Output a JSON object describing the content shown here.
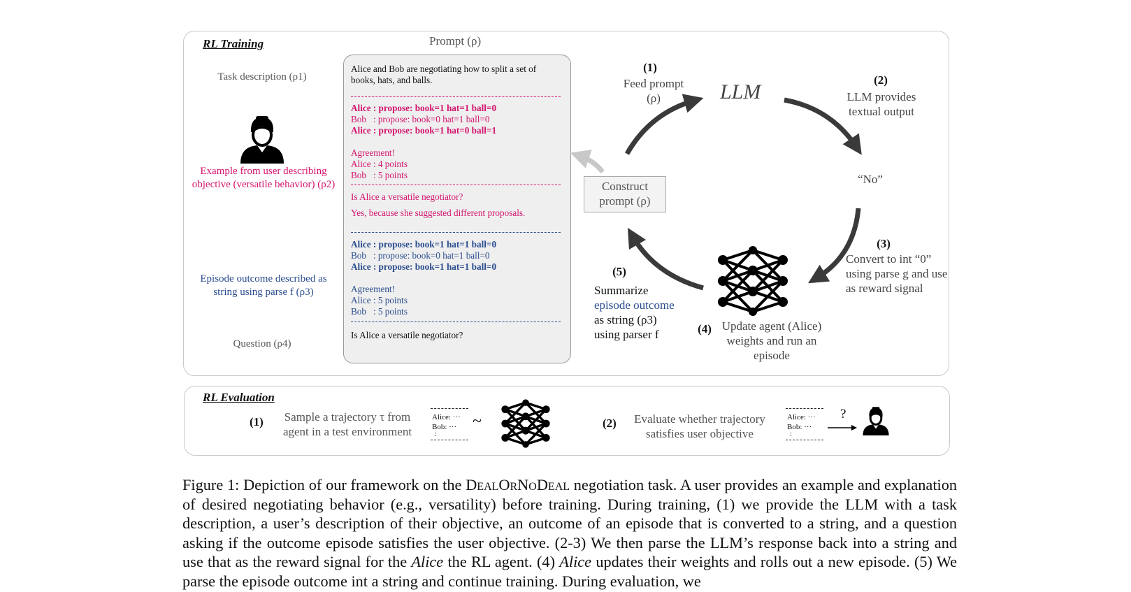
{
  "training": {
    "title": "RL Training",
    "prompt_header": "Prompt (ρ)",
    "labels": {
      "task": "Task description (ρ1)",
      "example": "Example from user describing objective (versatile behavior) (ρ2)",
      "outcome": "Episode outcome described as string using parse f (ρ3)",
      "question": "Question (ρ4)"
    },
    "prompt": {
      "intro": "Alice and Bob are negotiating how to split a set of books, hats, and balls.",
      "ex_lines": [
        "Alice : propose: book=1 hat=1 ball=0",
        "Bob   : propose: book=0 hat=1 ball=0",
        "Alice : propose: book=1 hat=0 ball=1"
      ],
      "ex_agree": "Agreement!",
      "ex_alice": "Alice : 4 points",
      "ex_bob": "Bob   : 5 points",
      "ex_q": "Is Alice a versatile negotiator?",
      "ex_a": "Yes, because she suggested different proposals.",
      "ep_lines": [
        "Alice : propose: book=1 hat=1 ball=0",
        "Bob   : propose: book=0 hat=1 ball=0",
        "Alice : propose: book=1 hat=1 ball=0"
      ],
      "ep_agree": "Agreement!",
      "ep_alice": "Alice : 5 points",
      "ep_bob": "Bob   : 5 points",
      "question": "Is Alice a versatile negotiator?"
    },
    "construct": "Construct prompt (ρ)",
    "llm": "LLM",
    "steps": {
      "s1_num": "(1)",
      "s1": "Feed prompt (ρ)",
      "s2_num": "(2)",
      "s2": "LLM provides textual output",
      "no": "“No”",
      "s3_num": "(3)",
      "s3": "Convert to int “0” using parse g and use as reward signal",
      "s4_num": "(4)",
      "s4": "Update agent (Alice) weights and run an episode",
      "s5_num": "(5)",
      "s5a": "Summarize",
      "s5b": "episode outcome",
      "s5c": "as string (ρ3)",
      "s5d": "using parser f"
    }
  },
  "evaluation": {
    "title": "RL Evaluation",
    "e1_num": "(1)",
    "e1": "Sample a trajectory τ from agent in a test environment",
    "e2_num": "(2)",
    "e2": "Evaluate whether trajectory satisfies user objective",
    "traj_alice": "Alice: ···",
    "traj_bob": "Bob: ···",
    "traj_dots": ":",
    "tilde": "~",
    "qmark": "?"
  },
  "caption": {
    "p1": "Figure 1: Depiction of our framework on the ",
    "task": "DealOrNoDeal",
    "p2": " negotiation task. A user provides an example and explanation of desired negotiating behavior (e.g., versatility) before training. During training, (1) we provide the LLM with a task description, a user’s description of their objective, an outcome of an episode that is converted to a string, and a question asking if the outcome episode satisfies the user objective. (2-3) We then parse the LLM’s response back into a string and use that as the reward signal for the ",
    "alice1": "Alice",
    "p3": " the RL agent. (4) ",
    "alice2": "Alice",
    "p4": " updates their weights and rolls out a new episode. (5) We parse the episode outcome int a string and continue training. During evaluation, we"
  },
  "colors": {
    "pink": "#d4146e",
    "blue": "#2a4d8f",
    "arrow": "#3a3a3a",
    "light_arrow": "#c8c8c8"
  }
}
